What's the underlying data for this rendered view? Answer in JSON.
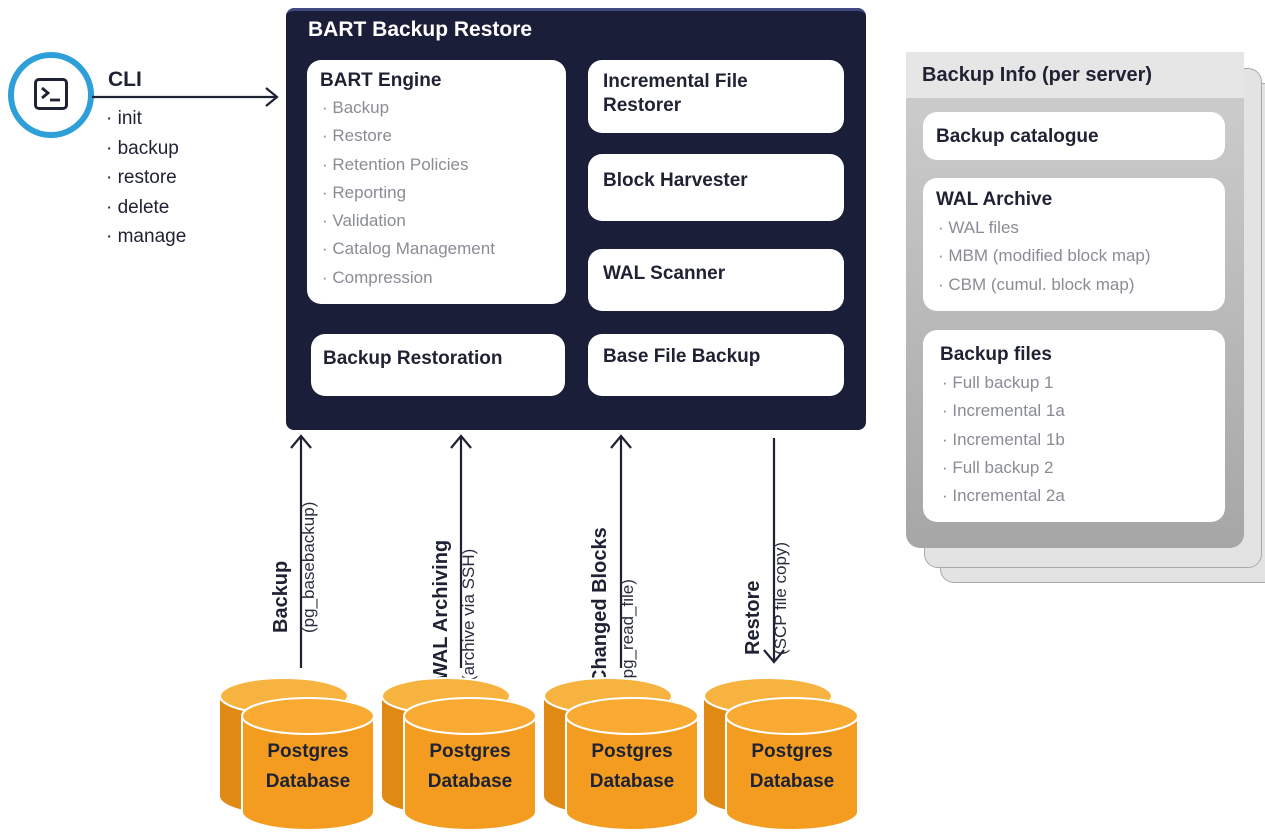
{
  "cli": {
    "title": "CLI",
    "commands": [
      "· init",
      "· backup",
      "· restore",
      "· delete",
      "· manage"
    ]
  },
  "bart": {
    "title": "BART Backup Restore",
    "engine": {
      "title": "BART Engine",
      "items": [
        "· Backup",
        "· Restore",
        "· Retention Policies",
        "· Reporting",
        "· Validation",
        "· Catalog Management",
        "· Compression"
      ]
    },
    "incremental_restorer": [
      "Incremental File",
      "Restorer"
    ],
    "block_harvester": "Block Harvester",
    "wal_scanner": "WAL Scanner",
    "backup_restoration": "Backup Restoration",
    "base_file_backup": "Base File Backup"
  },
  "backup_info": {
    "title": "Backup Info (per server)",
    "catalogue": "Backup catalogue",
    "wal_archive": {
      "title": "WAL Archive",
      "items": [
        "· WAL files",
        "· MBM (modified block map)",
        "· CBM (cumul. block map)"
      ]
    },
    "backup_files": {
      "title": "Backup files",
      "items": [
        "· Full backup 1",
        "· Incremental 1a",
        "· Incremental 1b",
        "· Full backup 2",
        "· Incremental 2a"
      ]
    }
  },
  "flows": [
    {
      "label": "Backup",
      "sub": "(pg_basebackup)",
      "direction": "up"
    },
    {
      "label": "WAL Archiving",
      "sub": "(archive via SSH)",
      "direction": "up"
    },
    {
      "label": "Changed Blocks",
      "sub": "(pg_read_file)",
      "direction": "up"
    },
    {
      "label": "Restore",
      "sub": "(SCP file copy)",
      "direction": "down"
    }
  ],
  "databases": [
    {
      "line1": "Postgres",
      "line2": "Database"
    },
    {
      "line1": "Postgres",
      "line2": "Database"
    },
    {
      "line1": "Postgres",
      "line2": "Database"
    },
    {
      "line1": "Postgres",
      "line2": "Database"
    }
  ],
  "colors": {
    "panel": "#1b1e38",
    "accent": "#2e9fd8",
    "db_orange": "#f39c1f",
    "db_orange_dark": "#d57c0a"
  }
}
